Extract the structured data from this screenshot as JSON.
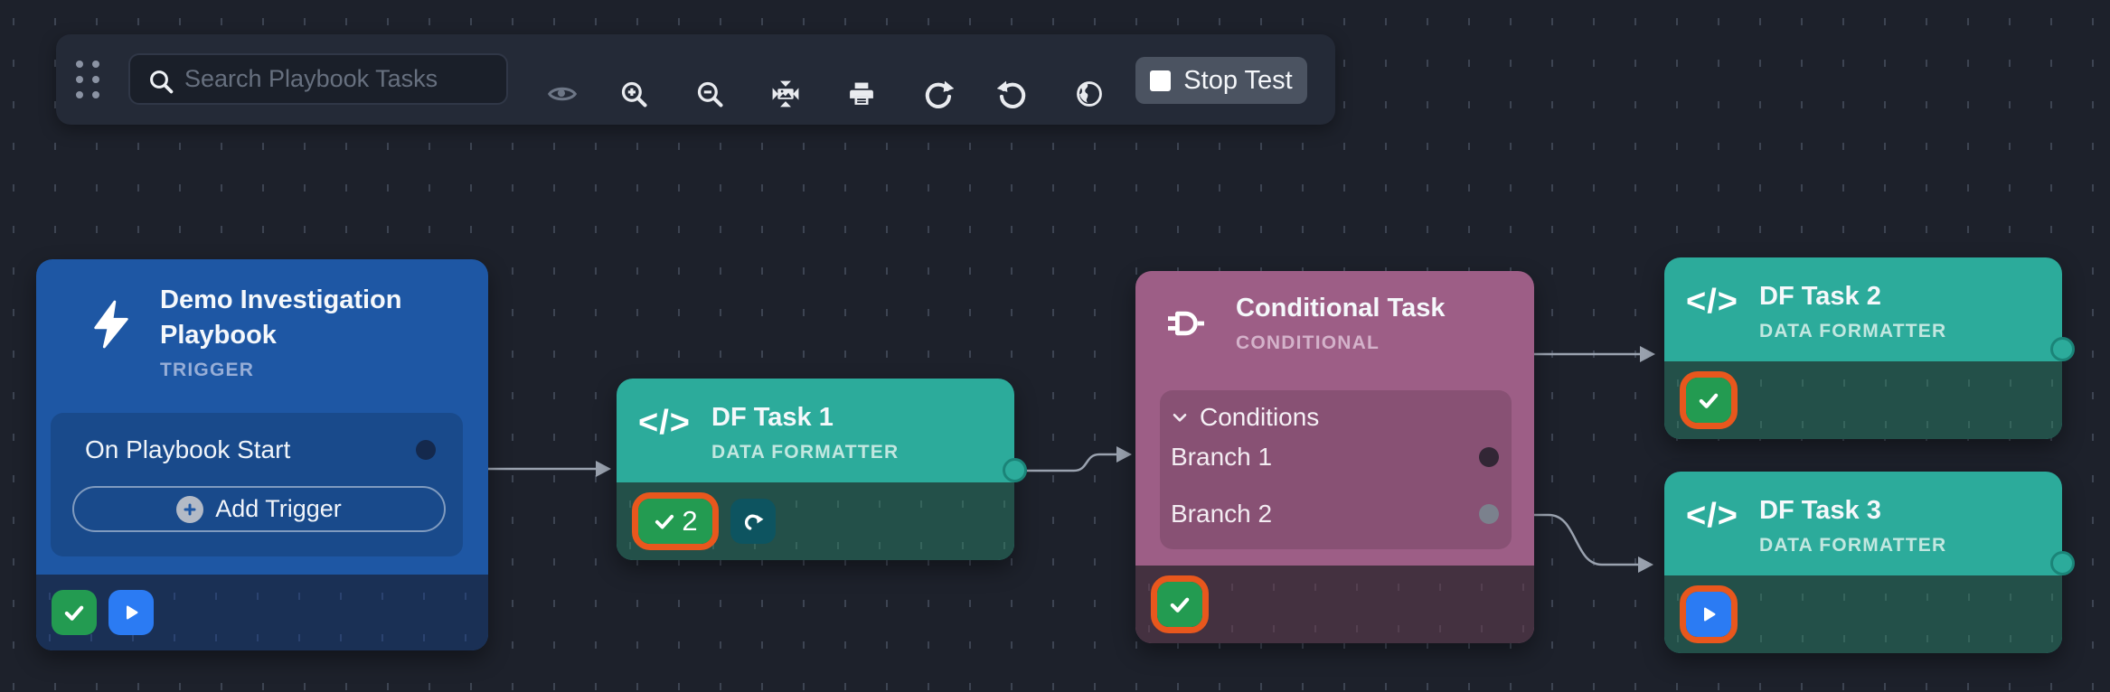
{
  "toolbar": {
    "search": {
      "placeholder": "Search Playbook Tasks",
      "value": ""
    },
    "stop_test_label": "Stop Test"
  },
  "canvas": {
    "nodes": {
      "trigger": {
        "title": "Demo Investigation Playbook",
        "type_label": "TRIGGER",
        "event_label": "On Playbook Start",
        "add_trigger_label": "Add Trigger"
      },
      "df_task_1": {
        "title": "DF Task 1",
        "type_label": "DATA FORMATTER",
        "success_count": "2"
      },
      "conditional": {
        "title": "Conditional Task",
        "type_label": "CONDITIONAL",
        "conditions_label": "Conditions",
        "branch_1_label": "Branch 1",
        "branch_2_label": "Branch 2"
      },
      "df_task_2": {
        "title": "DF Task 2",
        "type_label": "DATA FORMATTER"
      },
      "df_task_3": {
        "title": "DF Task 3",
        "type_label": "DATA FORMATTER"
      }
    }
  },
  "colors": {
    "canvas_bg": "#1d212b",
    "accent_orange": "#e8571d",
    "success_green": "#239b51",
    "run_blue": "#2b7bf3",
    "trigger_blue": "#1e57a4",
    "formatter_teal": "#2cab9b",
    "conditional_mauve": "#9d5e86"
  }
}
